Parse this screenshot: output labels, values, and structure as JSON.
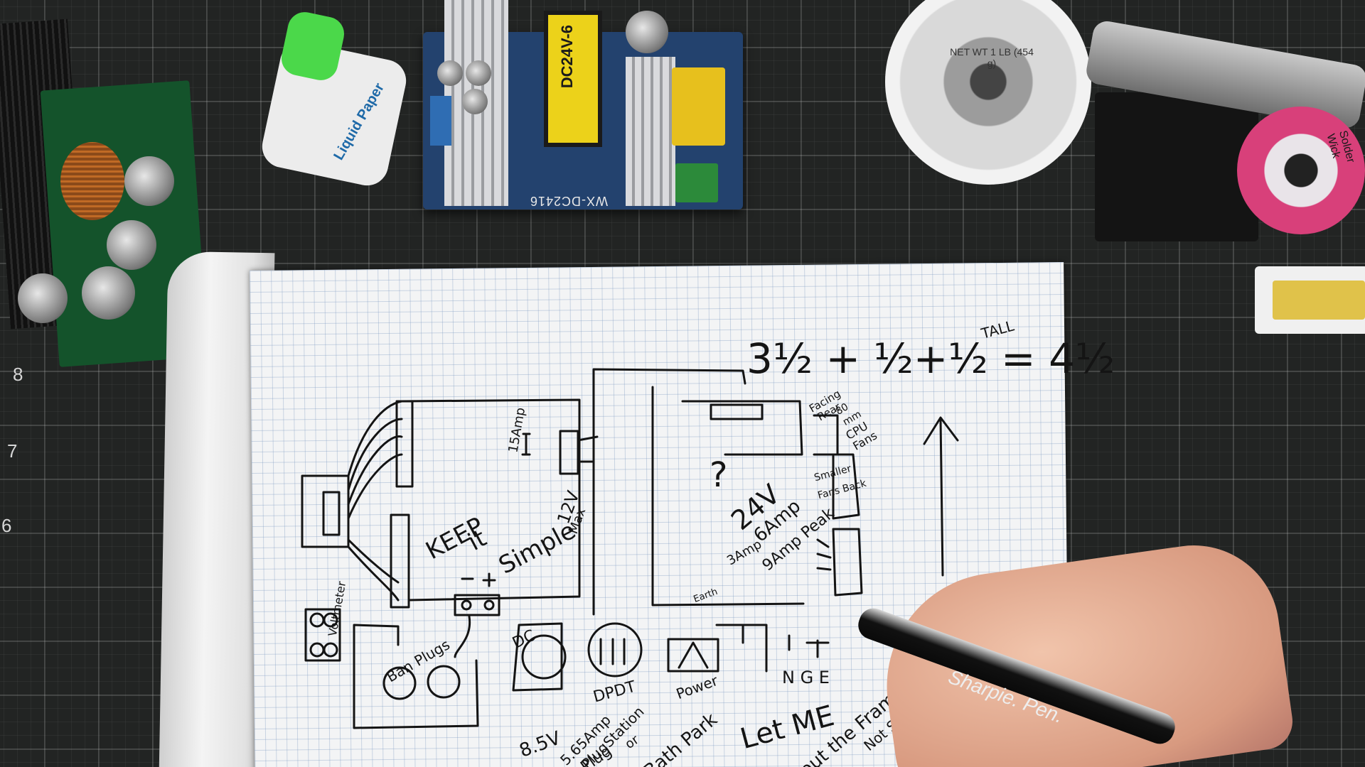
{
  "mat": {
    "ruler_marks": [
      "8",
      "7",
      "6"
    ]
  },
  "components": {
    "transformer_label": "DC24V-6",
    "board_label": "WX-DC2416",
    "bottle_label": "Liquid Paper",
    "spool_label": "NET WT 1 LB (454 g)",
    "wick_label": "Solder Wick",
    "marker_label": "Sharpie. Pen."
  },
  "notebook": {
    "equation_left": "3½ + ½+½ = 4½",
    "equation_suffix": "TALL",
    "labels": {
      "amp15": "15Amp",
      "keep": "KEEP",
      "it": "it",
      "simple": "Simple",
      "v12": "12V",
      "max": "Max",
      "question": "?",
      "v24": "24V",
      "amp6": "6Amp",
      "amp9": "9Amp Peak",
      "amp3": "3Amp",
      "earth": "Earth",
      "facing": "Facing",
      "rear": "Rear",
      "mm80": "80",
      "mm": "mm",
      "cpu": "CPU",
      "fans": "Fans",
      "smaller": "Smaller",
      "fans_back": "Fans Back",
      "voltmeter": "Voltmeter",
      "banana": "Ban Plugs",
      "dc": "DC",
      "dpdt": "DPDT",
      "power": "Power",
      "ngf": "N G E",
      "v85": "8.5V",
      "amp565": "5.65Amp",
      "plug_station": "PlugStation",
      "plug": "Plug",
      "or": "or",
      "bath_park": "Bath Park",
      "let_me": "Let ME",
      "put_the_frame": "put the Frame",
      "not_sure": "Not Sure"
    }
  }
}
